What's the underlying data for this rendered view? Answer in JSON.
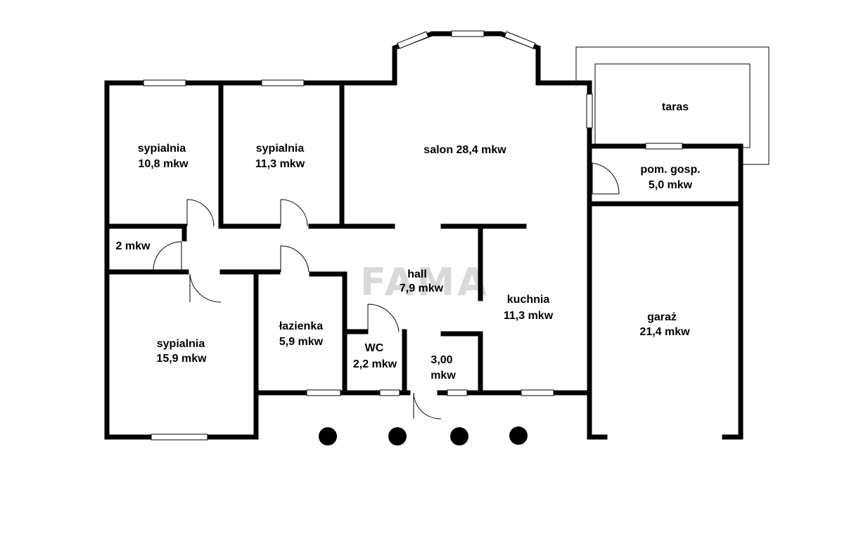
{
  "watermark": "FAMA",
  "rooms": {
    "bedroom_top_left": {
      "name": "sypialnia",
      "area": "10,8 mkw"
    },
    "bedroom_top_mid": {
      "name": "sypialnia",
      "area": "11,3 mkw"
    },
    "living_room": {
      "name": "salon 28,4 mkw"
    },
    "terrace": {
      "name": "taras"
    },
    "utility_room": {
      "name": "pom. gosp.",
      "area": "5,0 mkw"
    },
    "closet": {
      "name": "2 mkw"
    },
    "hall": {
      "name": "hall",
      "area": "7,9 mkw"
    },
    "kitchen": {
      "name": "kuchnia",
      "area": "11,3 mkw"
    },
    "garage": {
      "name": "garaż",
      "area": "21,4 mkw"
    },
    "bedroom_bottom": {
      "name": "sypialnia",
      "area": "15,9 mkw"
    },
    "bathroom": {
      "name": "łazienka",
      "area": "5,9 mkw"
    },
    "wc": {
      "name": "WC",
      "area": "2,2 mkw"
    },
    "small_room": {
      "name": "3,00",
      "area": "mkw"
    }
  }
}
